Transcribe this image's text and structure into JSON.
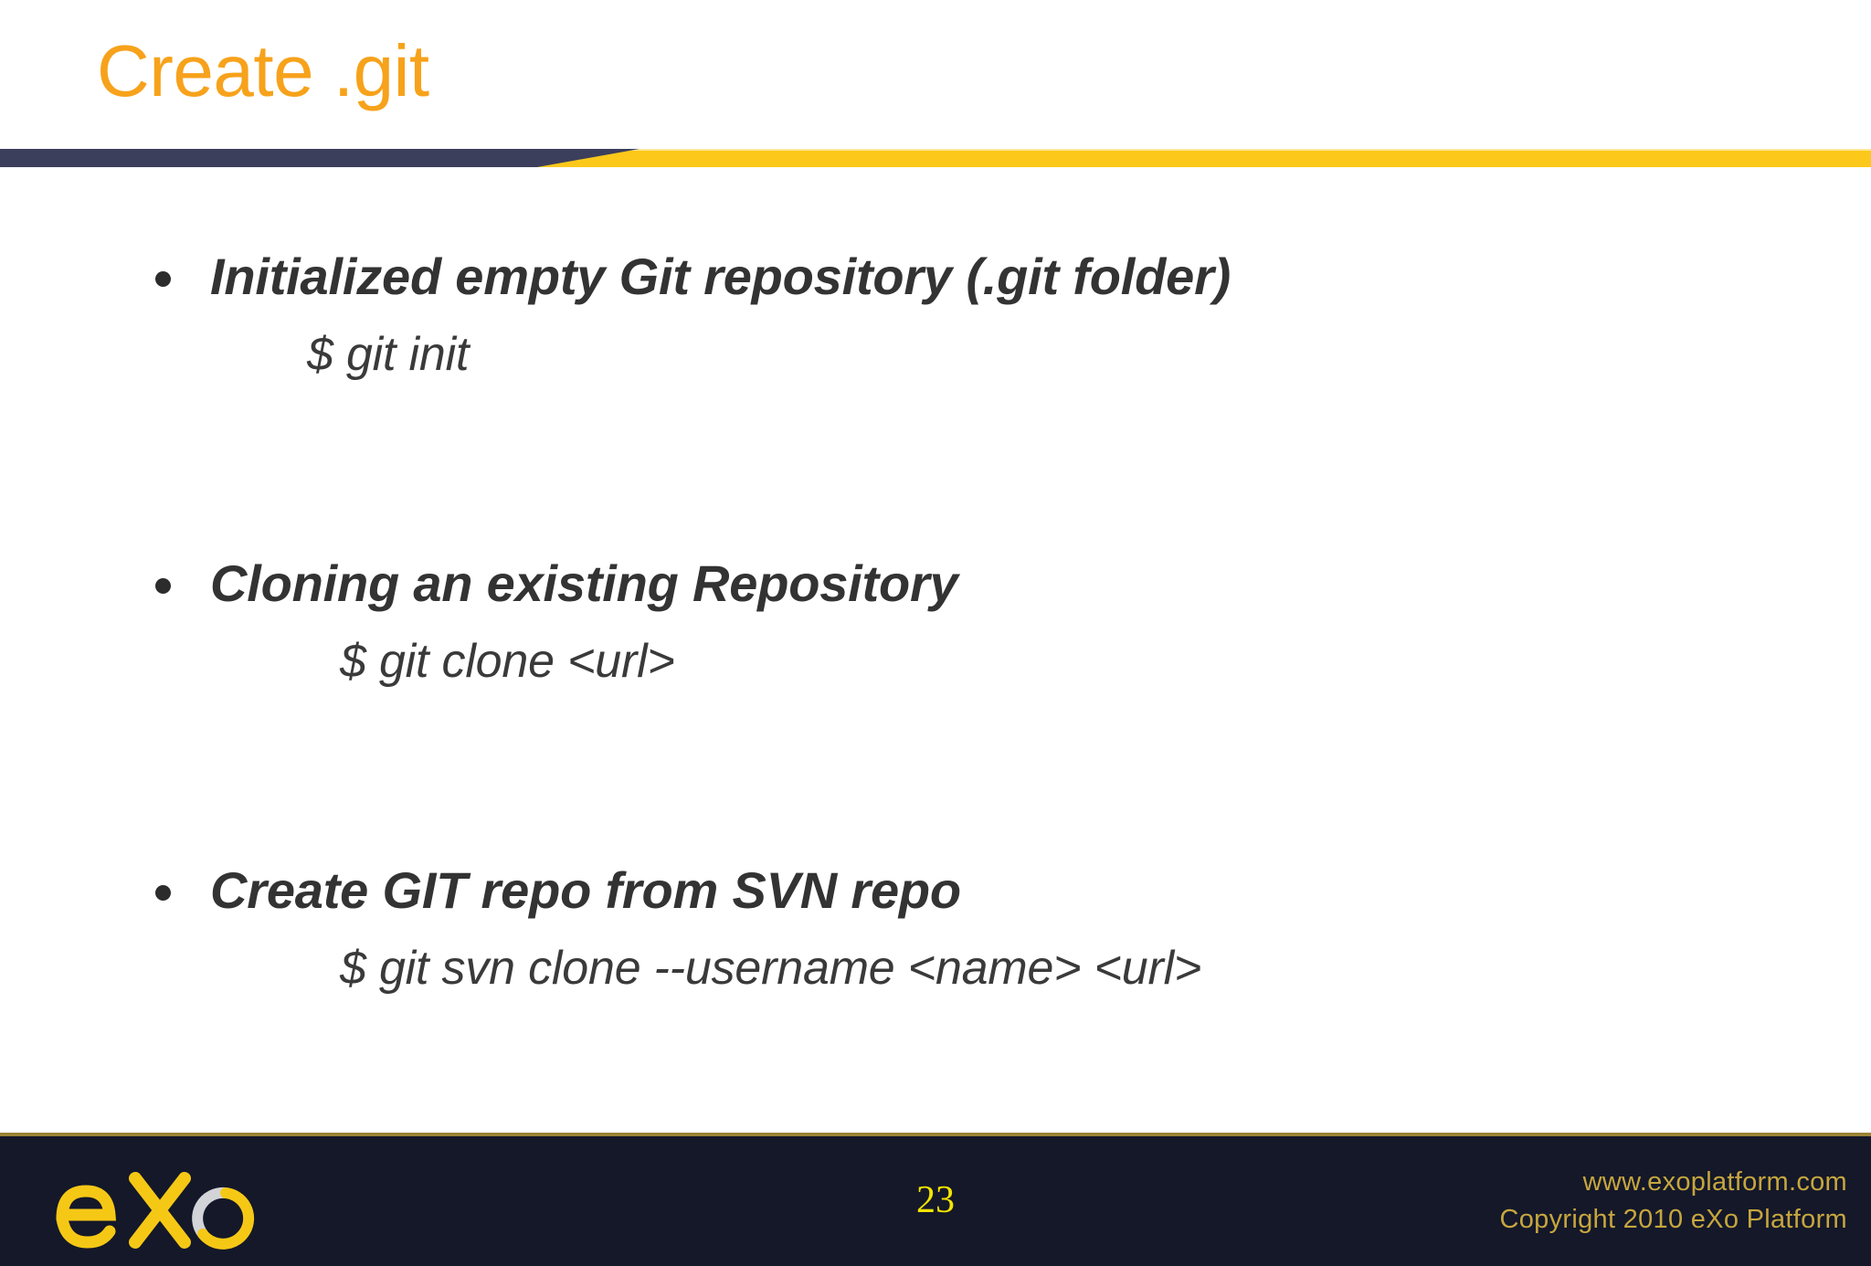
{
  "slide": {
    "title": "Create .git",
    "page_number": "23",
    "colors": {
      "title": "#F7A21B",
      "divider_dark": "#3C3F5C",
      "divider_yellow": "#FCC81A",
      "footer_bg": "#141829",
      "footer_text": "#C6A63E",
      "page_number": "#F4E400",
      "body_text": "#333333",
      "background": "#FFFFFF"
    }
  },
  "bullets": [
    {
      "heading": "Initialized empty Git repository (.git folder)",
      "command": "$ git init"
    },
    {
      "heading": "Cloning an existing Repository",
      "command": "$ git clone <url>"
    },
    {
      "heading": "Create GIT repo from SVN repo",
      "command": "$ git svn clone --username <name> <url>"
    }
  ],
  "footer": {
    "logo_text": "eXo",
    "website": "www.exoplatform.com",
    "copyright": "Copyright 2010 eXo Platform"
  }
}
